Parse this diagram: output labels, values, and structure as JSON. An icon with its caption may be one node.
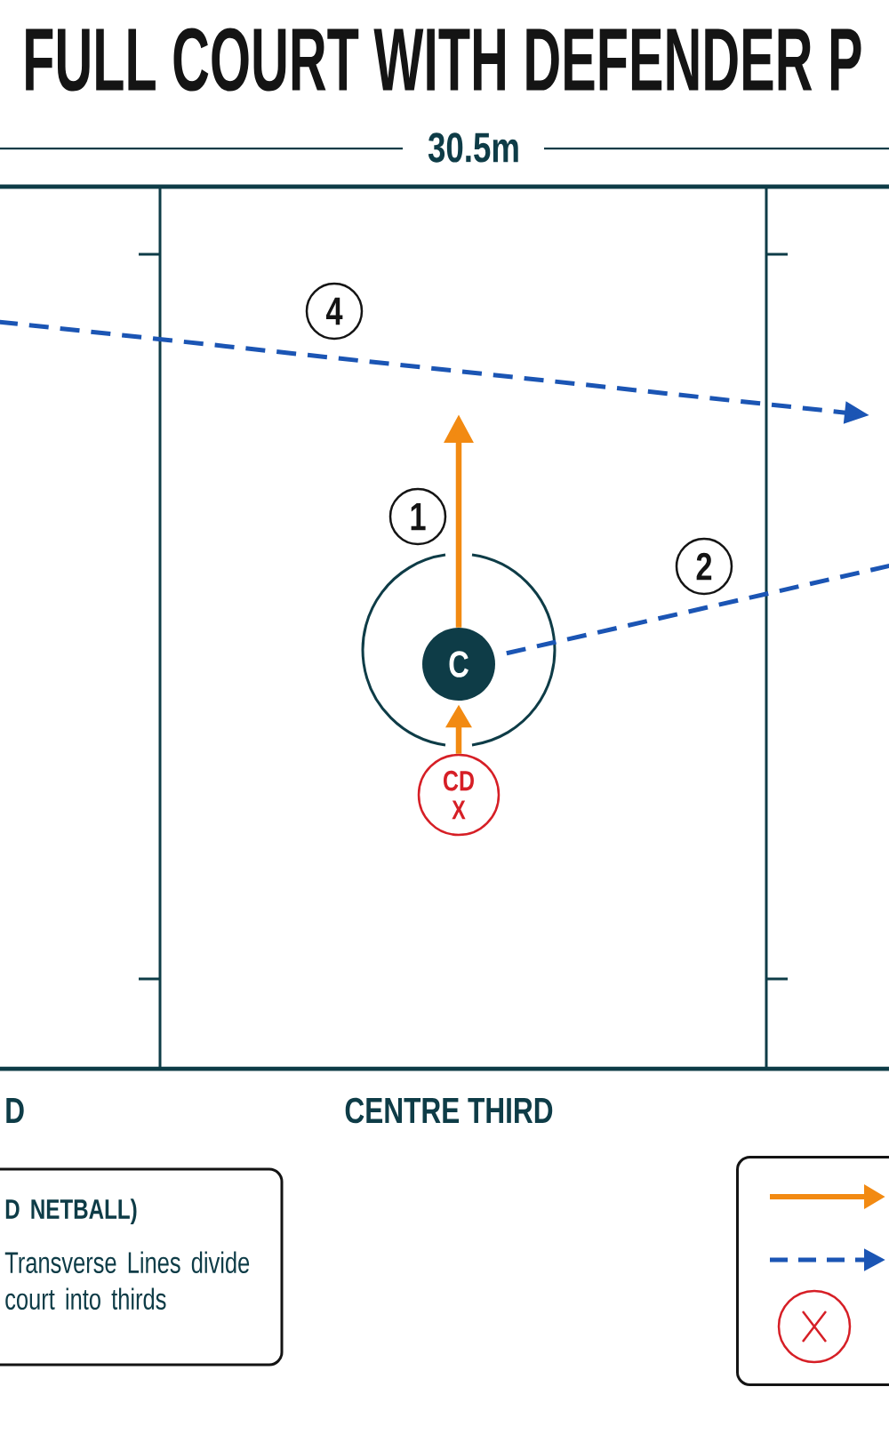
{
  "diagram": {
    "title": "FULL COURT WITH DEFENDER P",
    "nodes": [
      {
        "text": [
          "C"
        ]
      },
      {
        "text": [
          "CD",
          "X"
        ]
      },
      {
        "text": [
          "D NETBALL)",
          "Transverse Lines divide court into thirds"
        ]
      },
      {
        "text": [],
        "shape": "box"
      }
    ],
    "edges": [
      {
        "from": 0,
        "to": null,
        "arrow": "to",
        "label": "1"
      },
      {
        "from": 0,
        "to": null,
        "arrow": "none",
        "label": "2",
        "style": "dashed",
        "color": "#1b55b4"
      },
      {
        "from": 1,
        "to": 0,
        "arrow": "to"
      }
    ],
    "labels": [
      "30.5m",
      "4",
      "D",
      "CENTRE THIRD"
    ]
  }
}
